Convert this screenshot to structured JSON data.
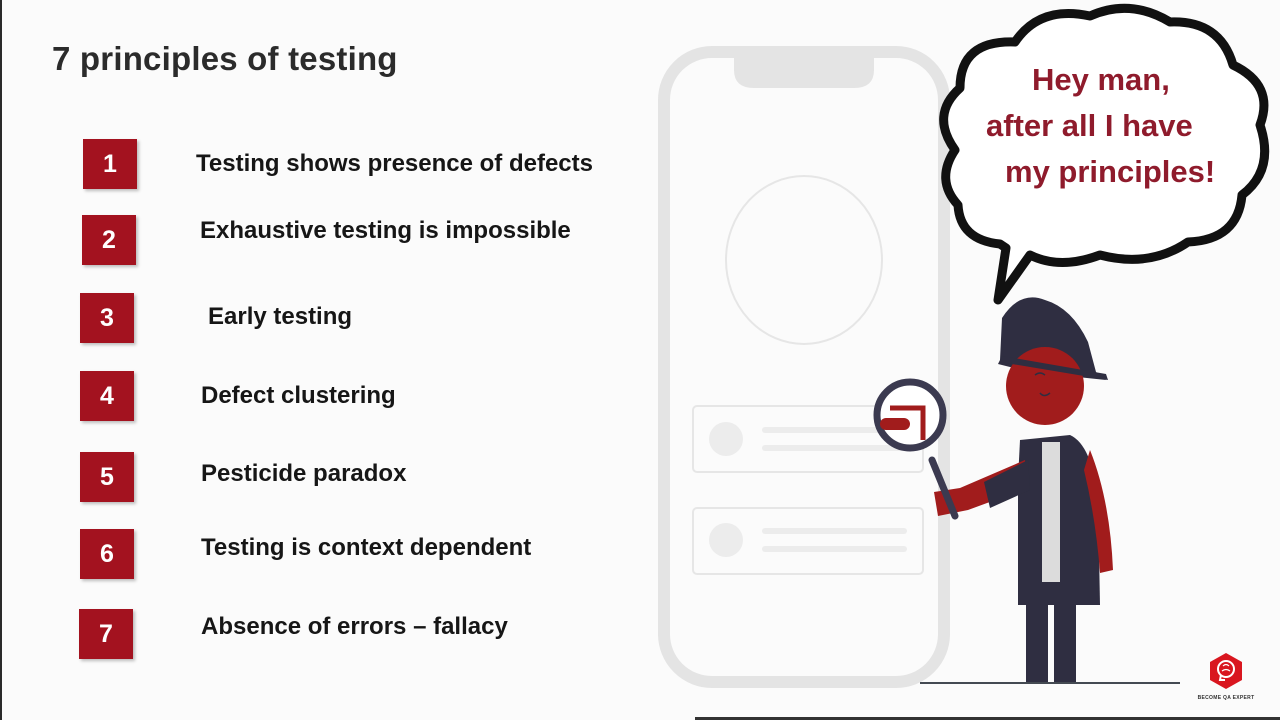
{
  "slide": {
    "title": "7 principles of testing"
  },
  "principles": [
    {
      "number": "1",
      "label": "Testing shows presence of defects"
    },
    {
      "number": "2",
      "label": "Exhaustive testing is impossible"
    },
    {
      "number": "3",
      "label": "Early testing"
    },
    {
      "number": "4",
      "label": "Defect clustering"
    },
    {
      "number": "5",
      "label": "Pesticide paradox"
    },
    {
      "number": "6",
      "label": "Testing is context dependent"
    },
    {
      "number": "7",
      "label": "Absence of errors – fallacy"
    }
  ],
  "speech_bubble": {
    "line1": "Hey man,",
    "line2": "after all I have",
    "line3": "my principles!"
  },
  "logo": {
    "caption": "BECOME QA EXPERT"
  },
  "colors": {
    "accent_red": "#a3121f",
    "bubble_text": "#8f1b2c",
    "figure_navy": "#2f2e41",
    "figure_red": "#a11c1c"
  },
  "icons": {
    "phone": "phone-mockup-icon",
    "person": "detective-figure-icon",
    "magnifier": "magnifying-glass-icon",
    "logo": "brain-hexagon-logo-icon"
  }
}
